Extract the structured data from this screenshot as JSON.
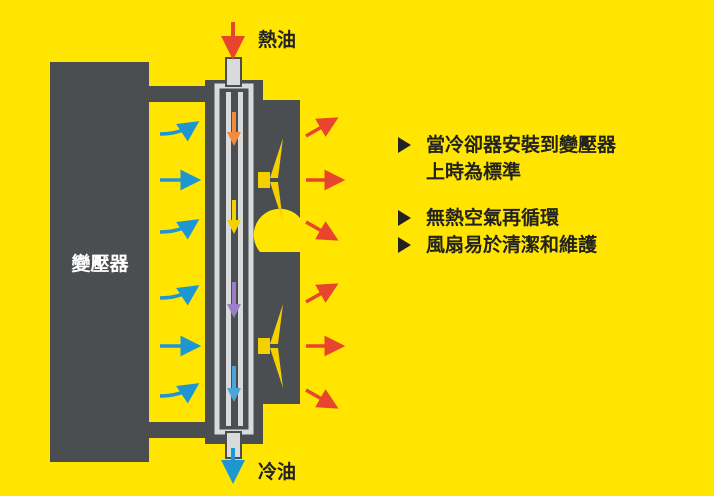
{
  "diagram": {
    "transformer_label": "變壓器",
    "hot_oil_label": "熱油",
    "cold_oil_label": "冷油"
  },
  "bullets": [
    {
      "text": "當冷卻器安裝到變壓器\n上時為標準"
    },
    {
      "text": "無熱空氣再循環"
    },
    {
      "text": "風扇易於清潔和維護"
    }
  ],
  "colors": {
    "background": "#FFE500",
    "body": "#4A4E50",
    "arrow_in": "#1E96D2",
    "arrow_out": "#E8452E",
    "flow_orange": "#F28C3C",
    "flow_yellow": "#F5D000",
    "flow_purple": "#9B7FC4",
    "flow_blue": "#4BA3D8",
    "tube": "#D9DADB"
  }
}
